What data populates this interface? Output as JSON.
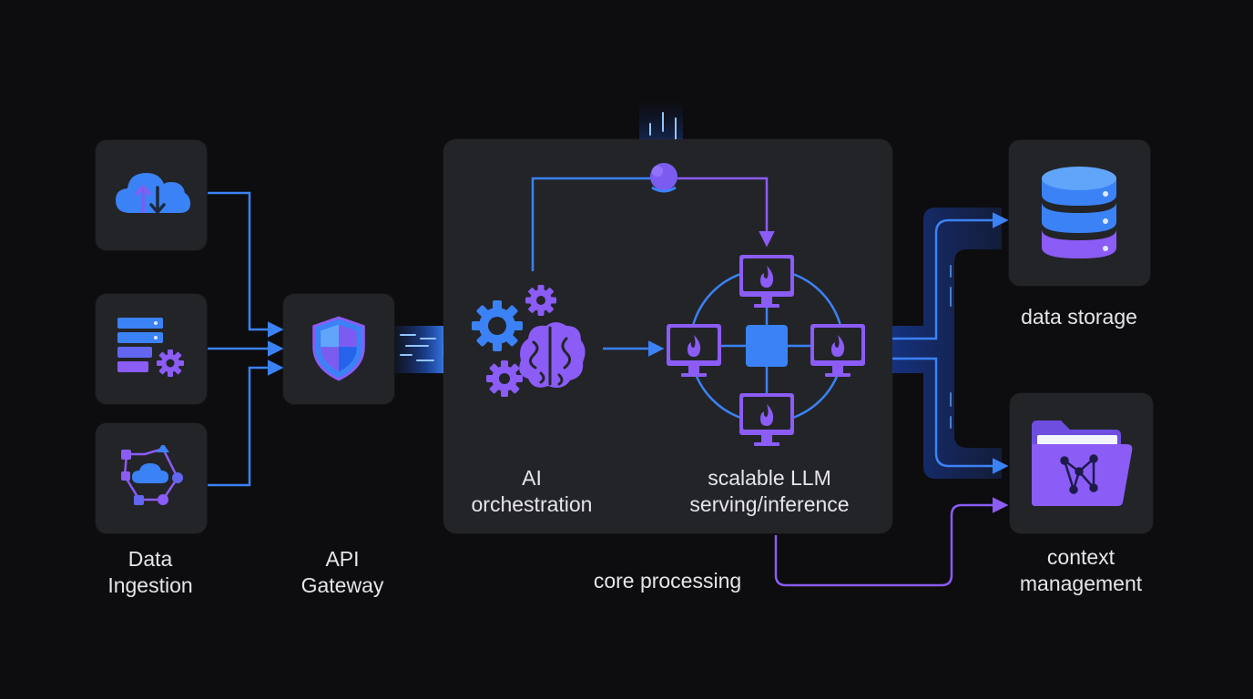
{
  "diagram": {
    "colors": {
      "background": "#0d0d0f",
      "tile": "#232428",
      "blue": "#3b82f6",
      "purple": "#8b5cf6",
      "text": "#e6e6ea"
    },
    "labels": {
      "data_ingestion": [
        "Data",
        "Ingestion"
      ],
      "api_gateway": [
        "API",
        "Gateway"
      ],
      "ai_orchestration": [
        "AI",
        "orchestration"
      ],
      "llm_serving": [
        "scalable LLM",
        "serving/inference"
      ],
      "core_processing": "core processing",
      "data_storage": "data storage",
      "context_management": [
        "context",
        "management"
      ]
    },
    "icons": {
      "ingestion_sources": [
        "cloud-sync-icon",
        "server-settings-icon",
        "network-cloud-icon"
      ],
      "gateway": "shield-icon",
      "orchestration": "gears-brain-icon",
      "inference_nodes": [
        "monitor-flame-icon",
        "monitor-flame-icon",
        "monitor-flame-icon",
        "monitor-flame-icon"
      ],
      "inference_hub": "hub-node-icon",
      "input_node": "signal-node-icon",
      "storage": "database-icon",
      "context": "folder-network-icon"
    }
  }
}
